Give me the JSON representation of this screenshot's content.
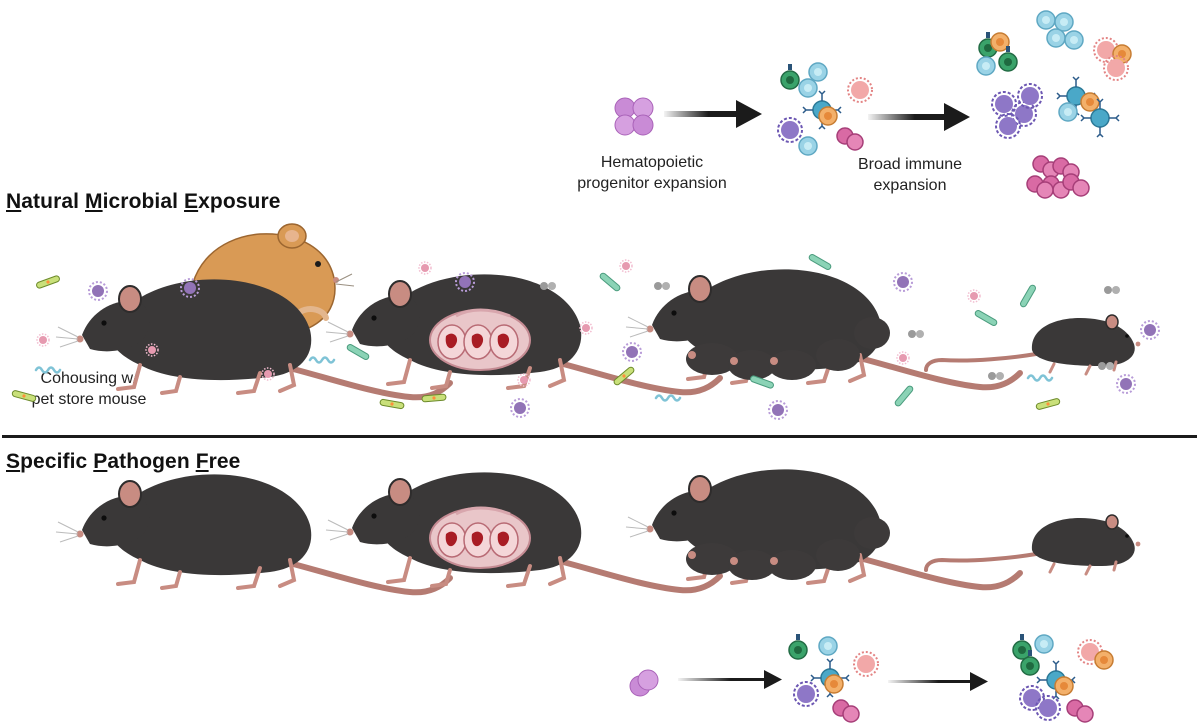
{
  "sections": {
    "nme": {
      "title_parts": [
        {
          "initial": "N",
          "rest": "atural "
        },
        {
          "initial": "M",
          "rest": "icrobial "
        },
        {
          "initial": "E",
          "rest": "xposure"
        }
      ],
      "cohousing_label_line1": "Cohousing w/",
      "cohousing_label_line2": "pet store mouse"
    },
    "spf": {
      "title_parts": [
        {
          "initial": "S",
          "rest": "pecific "
        },
        {
          "initial": "P",
          "rest": "athogen "
        },
        {
          "initial": "F",
          "rest": "ree"
        }
      ]
    }
  },
  "pathway": {
    "step1_line1": "Hematopoietic",
    "step1_line2": "progenitor expansion",
    "step2_line1": "Broad immune",
    "step2_line2": "expansion"
  },
  "colors": {
    "mouse_body": "#3a3838",
    "mouse_skin": "#c88c82",
    "tail": "#b57b72",
    "hamster": "#d99a55",
    "progenitor": "#c98bd6",
    "divider": "#1b1b1b"
  },
  "icons": [
    "mouse-adult",
    "pet-store-mouse",
    "pregnant-mouse",
    "mouse-with-pups",
    "mouse-pup",
    "microbe",
    "immune-cell",
    "arrow"
  ]
}
